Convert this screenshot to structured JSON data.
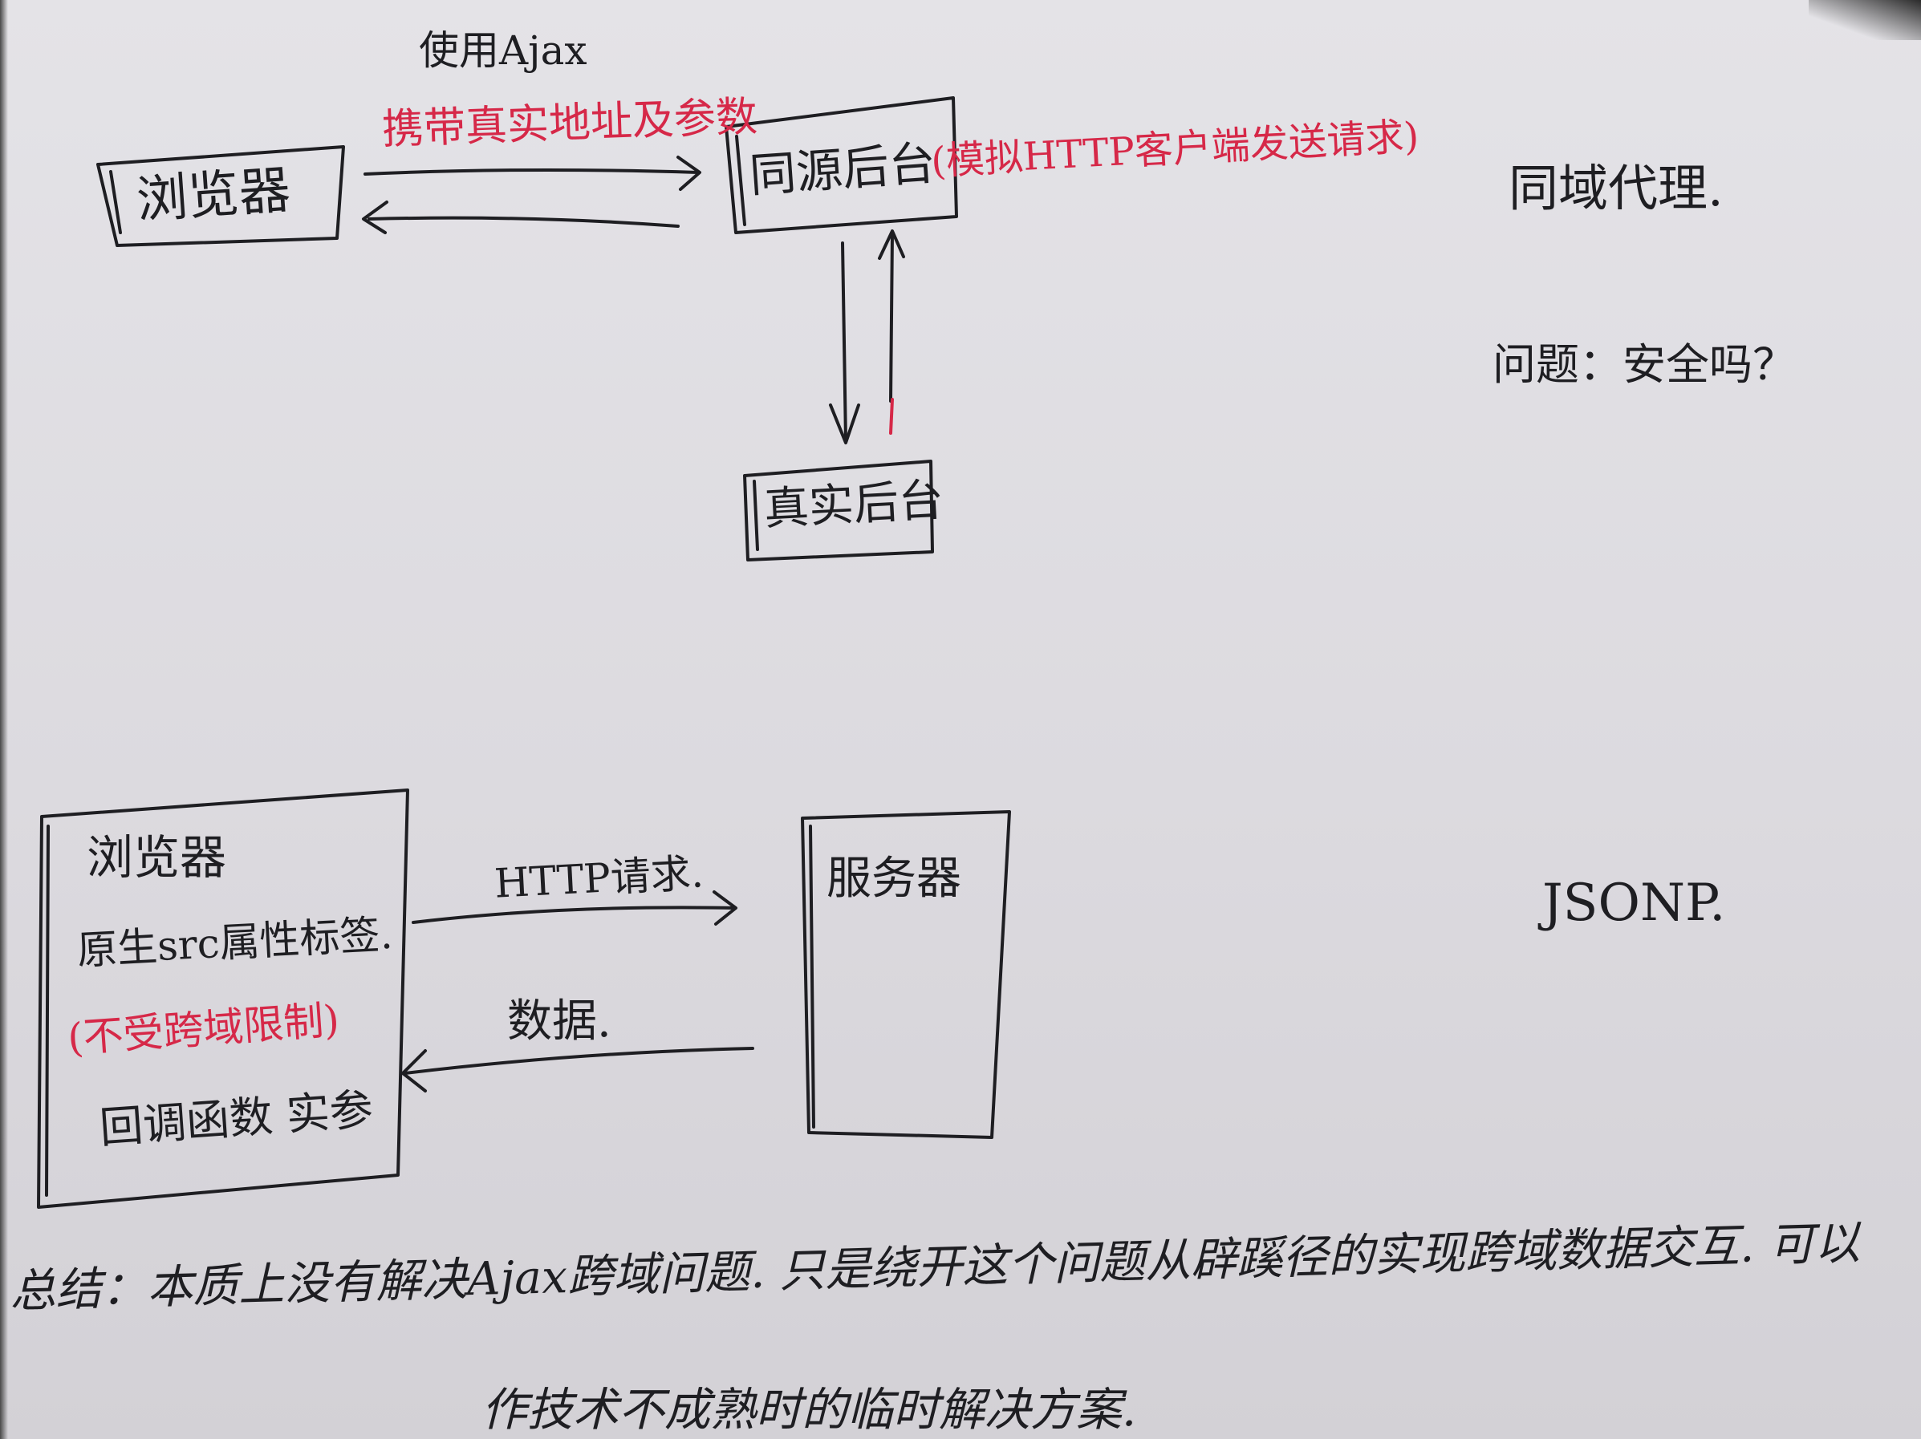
{
  "colors": {
    "ink": "#1e1e22",
    "red_ink": "#d62848",
    "paper": "#e2e1e5"
  },
  "top_diagram": {
    "arrow_top_label": "使用Ajax",
    "arrow_top_note": "携带真实地址及参数",
    "browser_label": "浏览器",
    "same_origin_label": "同源后台",
    "same_origin_note": "(模拟HTTP客户端发送请求)",
    "real_backend_label": "真实后台",
    "side_title": "同域代理.",
    "side_question": "问题：安全吗？"
  },
  "bottom_diagram": {
    "browser_label": "浏览器",
    "browser_line1": "原生src属性标签.",
    "browser_line2": "(不受跨域限制)",
    "browser_line3": "回调函数 实参",
    "request_label": "HTTP请求.",
    "data_label": "数据.",
    "server_label": "服务器",
    "side_title": "JSONP."
  },
  "summary": {
    "line1": "总结：本质上没有解决Ajax跨域问题. 只是绕开这个问题从辟蹊径的实现跨域数据交互. 可以",
    "line2": "作技术不成熟时的临时解决方案."
  }
}
